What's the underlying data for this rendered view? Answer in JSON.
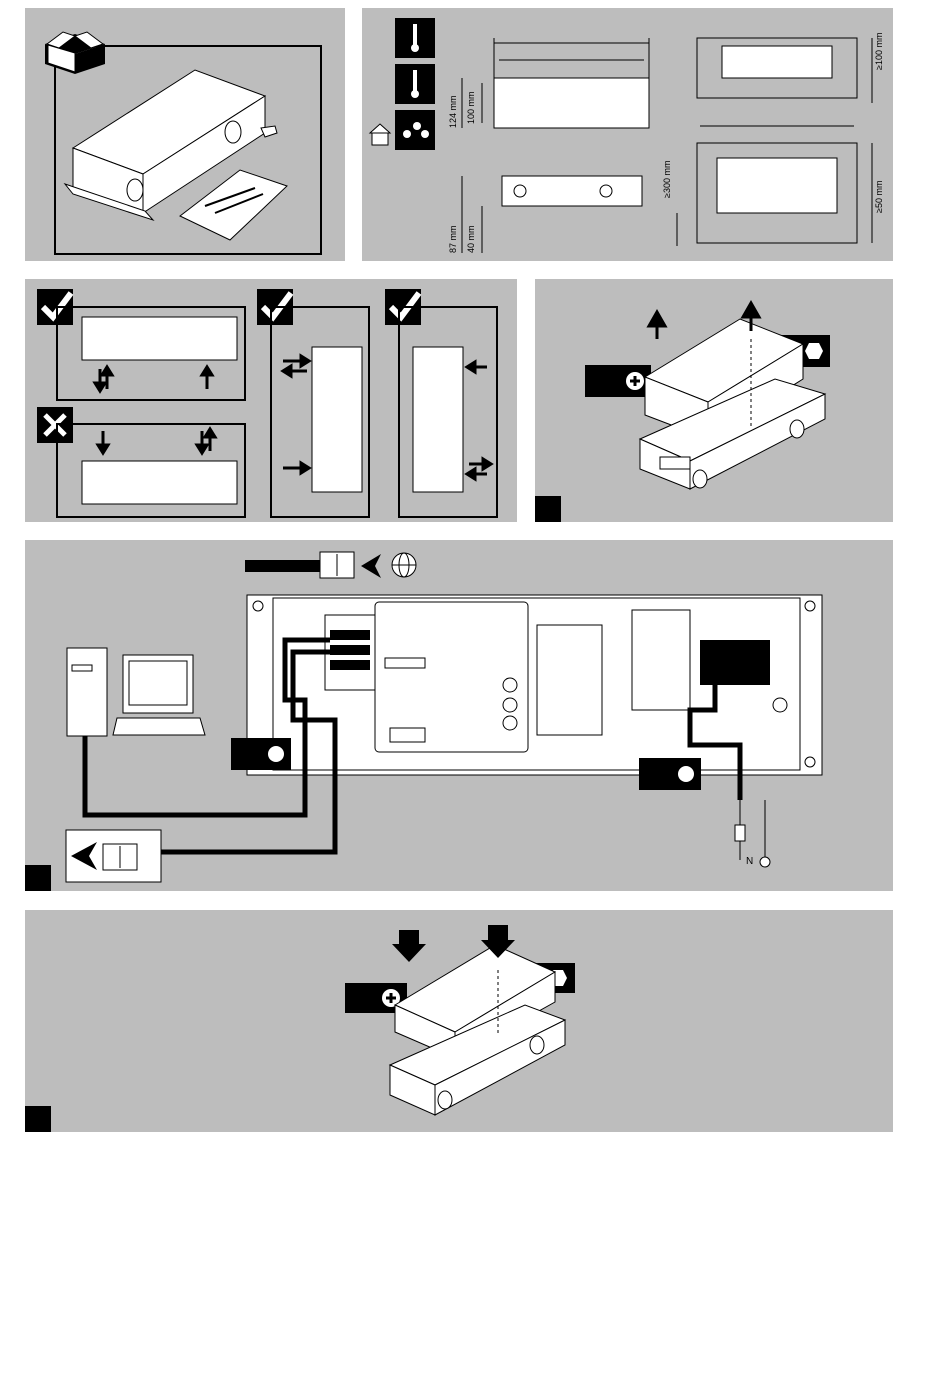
{
  "panels": {
    "unpack": {
      "name": "unpacking"
    },
    "dimensions": {
      "labels": {
        "height_outer": "124 mm",
        "height_inner": "100 mm",
        "depth_87": "87 mm",
        "depth_40": "40 mm",
        "clear_top": "≥100 mm",
        "clear_front": "≥300 mm",
        "clear_side": "≥50 mm"
      }
    },
    "orientation": {},
    "open_cover": {},
    "wiring": {
      "labels": {
        "neutral": "N"
      }
    },
    "close_cover": {}
  },
  "colors": {
    "panel_bg": "#bdbdbd",
    "line": "#000000",
    "box_fill": "#ffffff"
  }
}
